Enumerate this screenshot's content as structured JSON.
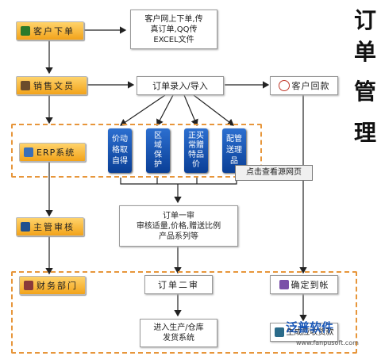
{
  "title_chars": [
    "订",
    "单",
    "管",
    "理"
  ],
  "roles": {
    "customer_order": "客户下单",
    "sales": "销售文员",
    "erp": "ERP系统",
    "supervisor": "主管审核",
    "finance": "财务部门",
    "customer_payment": "客户回款",
    "confirm_receipt": "确定到帐",
    "receivable": "生成应收货款"
  },
  "boxes": {
    "order_channels": [
      "客户网上下单,传",
      "真订单,QQ传",
      "EXCEL文件"
    ],
    "order_entry": "订单录入/导入",
    "first_review": [
      "订单一审",
      "审核适量,价格,赠送比例",
      "产品系列等"
    ],
    "second_review": "订单二审",
    "warehouse": [
      "进入生产/仓库",
      "发货系统"
    ]
  },
  "erp_modules": [
    [
      "价动",
      "格取",
      "自得"
    ],
    [
      "区",
      "域",
      "保",
      "护"
    ],
    [
      "正买",
      "常赠",
      "特品",
      "价"
    ],
    [
      "配管",
      "送理",
      "品"
    ]
  ],
  "tooltip": "点击查看源网页",
  "watermark": {
    "name": "泛普软件",
    "url": "www.fanpusoft.com"
  },
  "colors": {
    "accent": "#e7963b",
    "module": "#0a3f96",
    "role": "#f2a31a"
  }
}
